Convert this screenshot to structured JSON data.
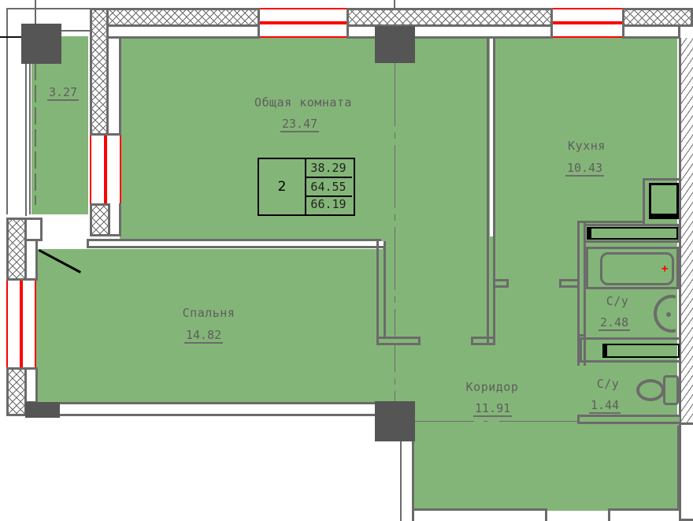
{
  "plan": {
    "type": "apartment-floor-plan",
    "rooms_count": "2",
    "areas": {
      "living": "38.29",
      "total": "64.55",
      "total_with_balcony": "66.19"
    }
  },
  "rooms": [
    {
      "name": "",
      "area": "3.27",
      "id": "balcony"
    },
    {
      "name": "Общая комната",
      "area": "23.47",
      "id": "living-room"
    },
    {
      "name": "Кухня",
      "area": "10.43",
      "id": "kitchen"
    },
    {
      "name": "Спальня",
      "area": "14.82",
      "id": "bedroom"
    },
    {
      "name": "С/у",
      "area": "2.48",
      "id": "bathroom"
    },
    {
      "name": "С/у",
      "area": "1.44",
      "id": "toilet"
    },
    {
      "name": "Коридор",
      "area": "11.91",
      "id": "corridor"
    }
  ],
  "colors": {
    "room_fill": "#84b578",
    "wall": "#6b6b6b",
    "column": "#555555",
    "window": "#ff0000",
    "text": "#5e5e5e"
  }
}
